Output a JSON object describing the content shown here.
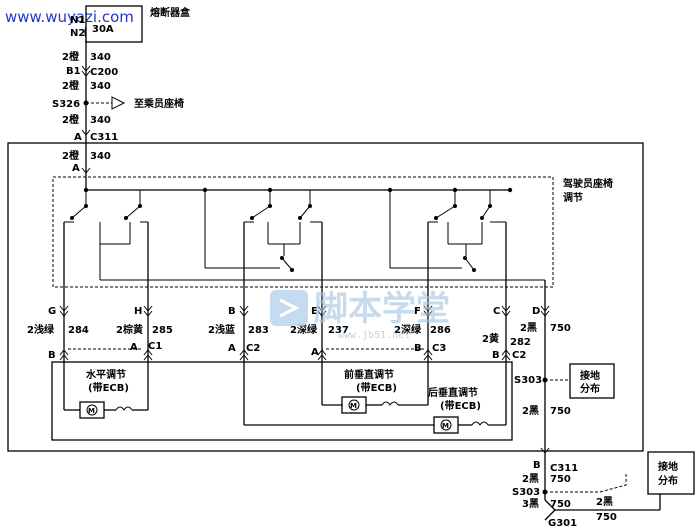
{
  "watermark_top": "www.wuyazi.com",
  "watermark_center": "脚本学堂",
  "watermark_center_url": "www.jb51.net",
  "fuse_block": {
    "title": "熔断器盒",
    "line1": "N1",
    "line2": "N2",
    "rating": "30A"
  },
  "top_wire": {
    "seg1": {
      "color": "2橙",
      "circuit": "340"
    },
    "c200": {
      "pin": "B1",
      "name": "C200"
    },
    "seg2": {
      "color": "2橙",
      "circuit": "340"
    },
    "splice": {
      "name": "S326",
      "dest": "至乘员座椅"
    },
    "seg3": {
      "color": "2橙",
      "circuit": "340"
    },
    "c311_top": {
      "pin": "A",
      "name": "C311"
    },
    "seg4": {
      "color": "2橙",
      "circuit": "340"
    },
    "pin_a": "A"
  },
  "switch_label": {
    "line1": "驾驶员座椅",
    "line2": "调节"
  },
  "harness": [
    {
      "pin": "G",
      "color": "2浅绿",
      "circuit": "284"
    },
    {
      "pin": "H",
      "color": "2棕黄",
      "circuit": "285"
    },
    {
      "pin": "B",
      "color": "2浅蓝",
      "circuit": "283"
    },
    {
      "pin": "E",
      "color": "2深绿",
      "circuit": "237"
    },
    {
      "pin": "F",
      "color": "2深绿",
      "circuit": "286"
    },
    {
      "pin": "C",
      "color": "2黄",
      "circuit": "282"
    },
    {
      "pin": "D",
      "color": "2黑",
      "circuit": "750"
    }
  ],
  "motor_connectors": [
    {
      "left_pin": "B",
      "right_pin": "A",
      "name": "C1"
    },
    {
      "left_pin": "A",
      "name": "C2"
    },
    {
      "left_pin": "A",
      "right_pin": "B",
      "name": "C3"
    },
    {
      "left_pin": "B",
      "name": "C2"
    }
  ],
  "motors": [
    {
      "line1": "水平调节",
      "line2": "(带ECB)"
    },
    {
      "line1": "前垂直调节",
      "line2": "(带ECB)"
    },
    {
      "line1": "后垂直调节",
      "line2": "(带ECB)"
    }
  ],
  "s303_inner": "S303",
  "ground_inner": {
    "wire": "2黑",
    "circuit": "750"
  },
  "ground_box_1": {
    "line1": "接地",
    "line2": "分布"
  },
  "bottom": {
    "c311_pin": "B",
    "c311_name": "C311",
    "w1": {
      "color": "2黑",
      "circuit": "750"
    },
    "s303": "S303",
    "w2": {
      "color": "3黑",
      "circuit": "750"
    },
    "w3": {
      "color": "2黑",
      "circuit": "750"
    },
    "g301": "G301"
  },
  "ground_box_2": {
    "line1": "接地",
    "line2": "分布"
  }
}
